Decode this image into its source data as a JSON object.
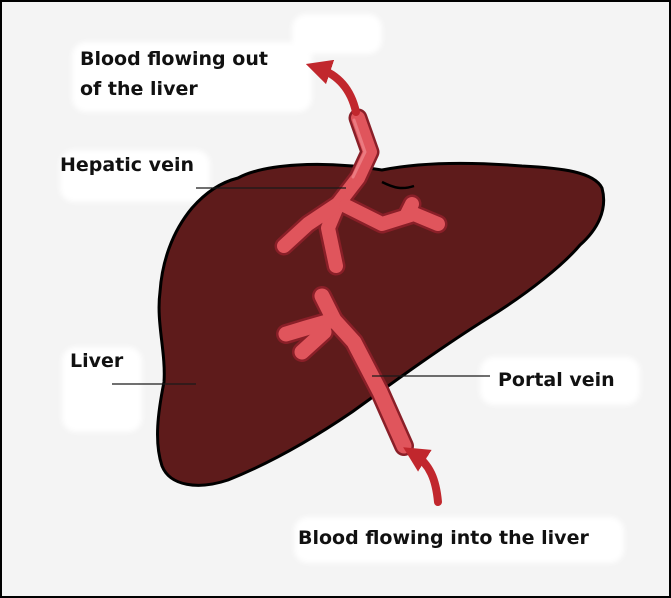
{
  "labels": {
    "blood_out_line1": "Blood flowing out",
    "blood_out_line2": "of the liver",
    "hepatic_vein": "Hepatic vein",
    "liver": "Liver",
    "portal_vein": "Portal vein",
    "blood_in": "Blood flowing into the liver"
  },
  "colors": {
    "background": "#f4f4f4",
    "liver_fill": "#5e1b1b",
    "liver_outline": "#000000",
    "vein_fill": "#e0555c",
    "vein_outline": "#8a1f28",
    "arrow": "#c1272d",
    "leader_line": "#1a1a1a"
  },
  "icons": [
    "flow-out-arrow",
    "flow-in-arrow"
  ]
}
